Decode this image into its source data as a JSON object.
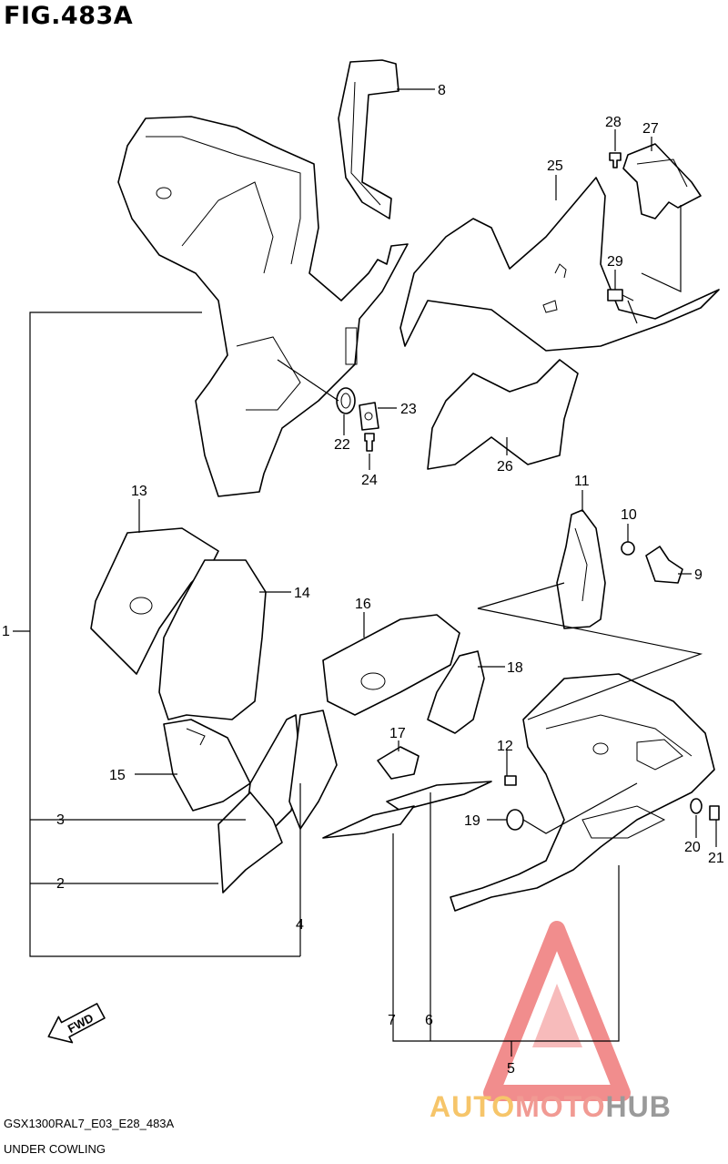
{
  "figure": {
    "title": "FIG.483A",
    "model_code": "GSX1300RAL7_E03_E28_483A",
    "caption": "UNDER COWLING"
  },
  "fwd_label": "FWD",
  "callouts": [
    "1",
    "2",
    "3",
    "4",
    "5",
    "6",
    "7",
    "8",
    "9",
    "10",
    "11",
    "12",
    "13",
    "14",
    "15",
    "16",
    "17",
    "18",
    "19",
    "20",
    "21",
    "22",
    "23",
    "24",
    "25",
    "26",
    "27",
    "28",
    "29"
  ],
  "watermark": {
    "text_a": "AUTO",
    "text_b": "MOTO",
    "text_c": "HUB",
    "color_a": "#f6c56a",
    "color_b": "#f19a93",
    "color_c": "#9a9a9a",
    "logo_color": "#ef7a7a"
  }
}
